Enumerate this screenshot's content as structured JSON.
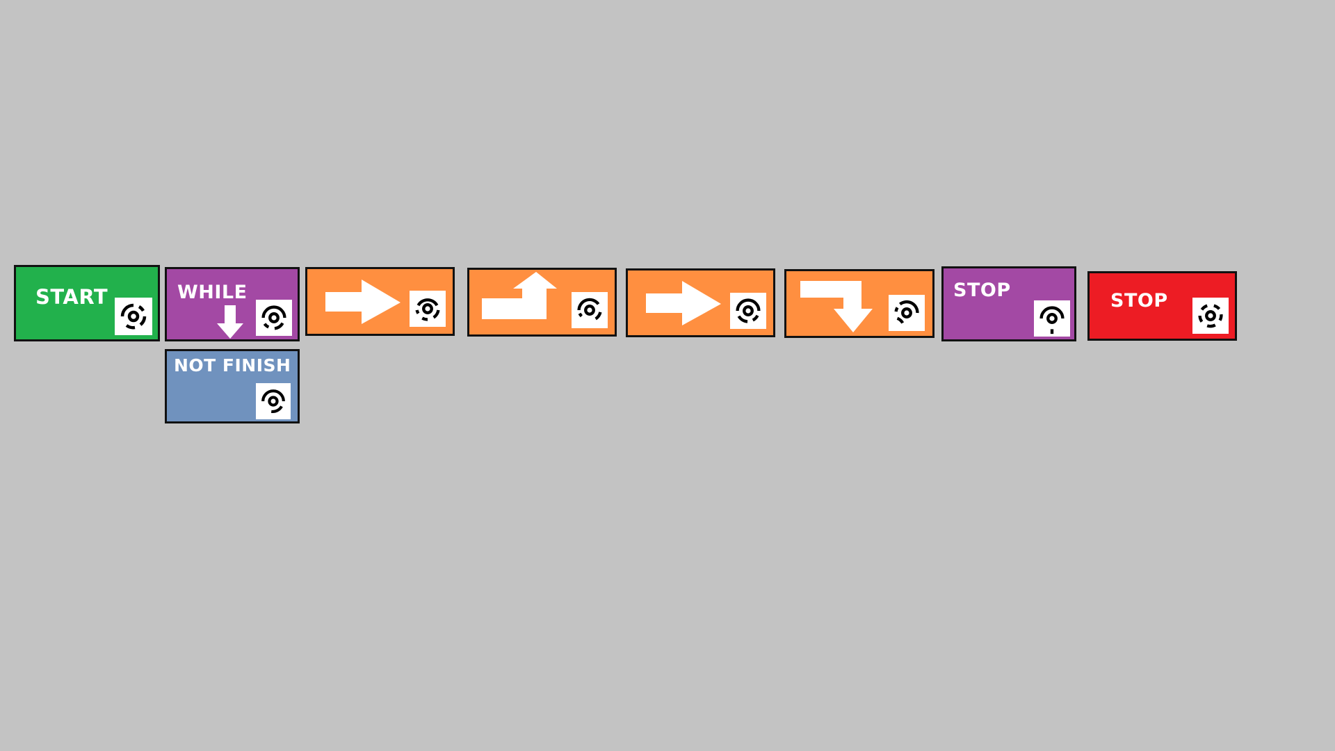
{
  "colors": {
    "background": "#c3c3c3",
    "start": "#22b14c",
    "while": "#a349a4",
    "not_finish": "#7092be",
    "move": "#ff8f40",
    "stop_purple": "#a349a4",
    "stop_red": "#ed1c24"
  },
  "blocks": [
    {
      "id": "start",
      "label": "START",
      "marker_icon": "fiducial-marker-icon"
    },
    {
      "id": "while",
      "label": "WHILE",
      "marker_icon": "fiducial-marker-icon",
      "glyph": "arrow-down-icon"
    },
    {
      "id": "not-finish",
      "label": "NOT FINISH",
      "marker_icon": "fiducial-marker-icon"
    },
    {
      "id": "move-1",
      "glyph": "arrow-right-icon",
      "marker_icon": "fiducial-marker-icon"
    },
    {
      "id": "move-2",
      "glyph": "turn-left-arrow-icon",
      "marker_icon": "fiducial-marker-icon"
    },
    {
      "id": "move-3",
      "glyph": "arrow-right-icon",
      "marker_icon": "fiducial-marker-icon"
    },
    {
      "id": "move-4",
      "glyph": "turn-right-arrow-icon",
      "marker_icon": "fiducial-marker-icon"
    },
    {
      "id": "stop-purple",
      "label": "STOP",
      "marker_icon": "fiducial-marker-icon"
    },
    {
      "id": "stop-red",
      "label": "STOP",
      "marker_icon": "fiducial-marker-icon"
    }
  ]
}
